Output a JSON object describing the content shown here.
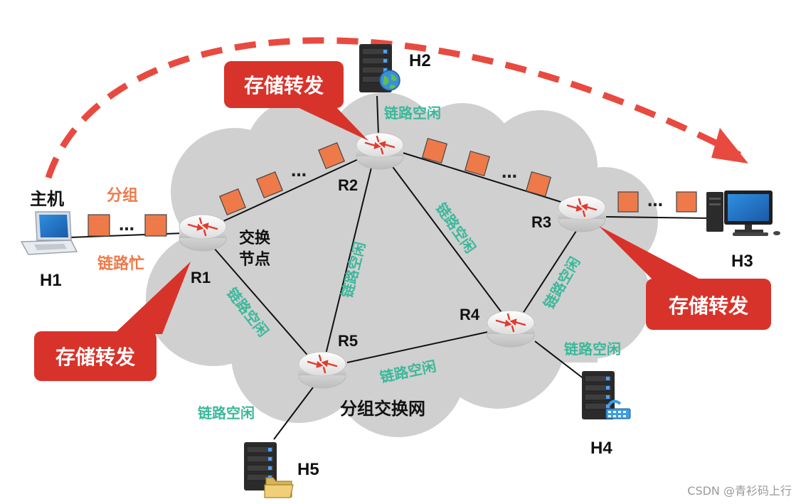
{
  "colors": {
    "accent_red": "#e23b2e",
    "packet_orange": "#ee7a4a",
    "link_idle_green": "#3bb89a",
    "cloud_gray": "#d0d0d0"
  },
  "labels": {
    "host_word": "主机",
    "packet_word": "分组",
    "ellipsis": "…",
    "link_busy": "链路忙",
    "link_idle": "链路空闲",
    "switch_node": [
      "交换",
      "节点"
    ],
    "network_name": "分组交换网",
    "store_forward": "存储转发"
  },
  "routers": [
    "R1",
    "R2",
    "R3",
    "R4",
    "R5"
  ],
  "hosts": [
    "H1",
    "H2",
    "H3",
    "H4",
    "H5"
  ],
  "icons": {
    "laptop": "laptop-icon",
    "server": "server-icon",
    "desktop": "desktop-computer-icon",
    "router": "router-icon",
    "globe": "globe-icon",
    "folder": "folder-icon",
    "film": "film-reel-icon"
  },
  "watermark": "CSDN @青衫码上行"
}
